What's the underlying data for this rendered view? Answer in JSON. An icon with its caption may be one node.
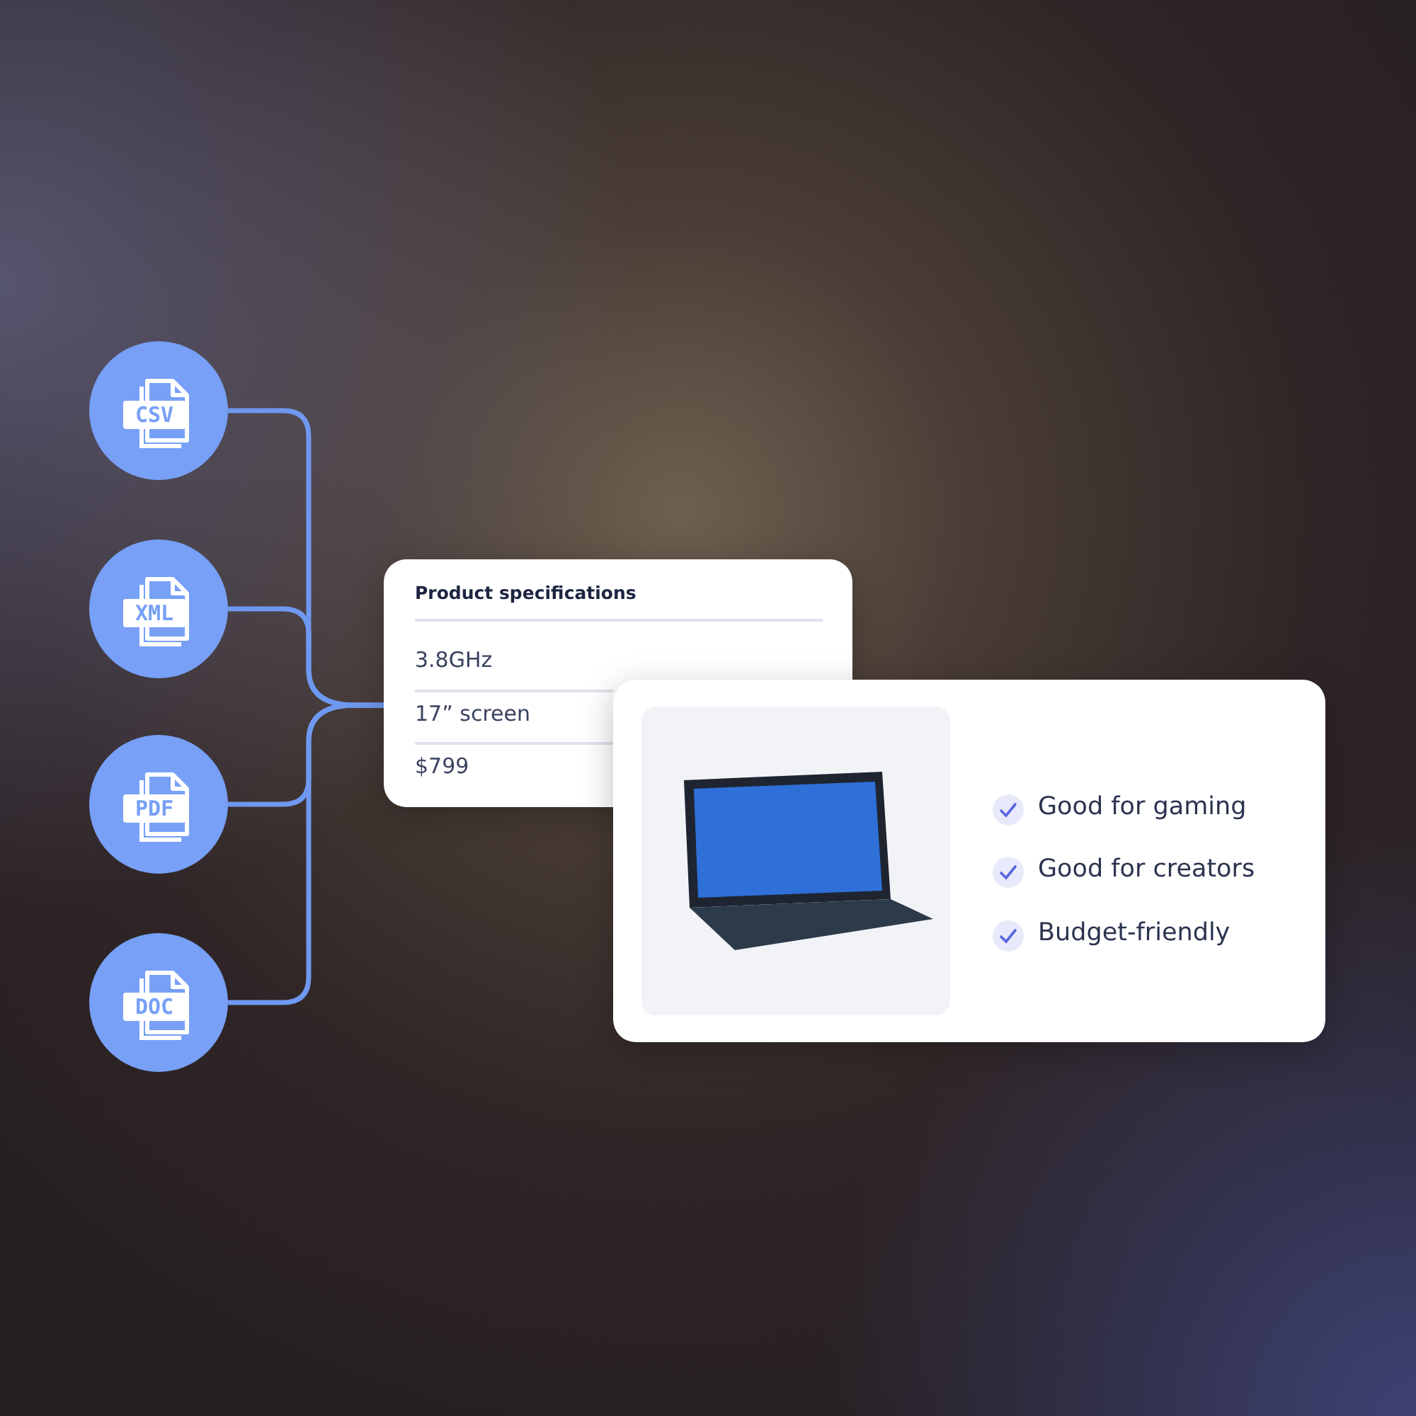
{
  "diagram": {
    "nodes": [
      {
        "text": [
          "CSV"
        ]
      },
      {
        "text": [
          "XML"
        ]
      },
      {
        "text": [
          "PDF"
        ]
      },
      {
        "text": [
          "DOC"
        ]
      },
      {
        "text": [
          "Product specifications",
          "3.8GHz",
          "17” screen",
          "$799"
        ]
      },
      {
        "text": [
          "Good for gaming",
          "Good for creators",
          "Budget-friendly"
        ]
      }
    ],
    "edges": [
      {
        "from": 0,
        "to": 4,
        "arrow": "none"
      },
      {
        "from": 1,
        "to": 4,
        "arrow": "none"
      },
      {
        "from": 2,
        "to": 4,
        "arrow": "none"
      },
      {
        "from": 3,
        "to": 4,
        "arrow": "none"
      }
    ]
  }
}
